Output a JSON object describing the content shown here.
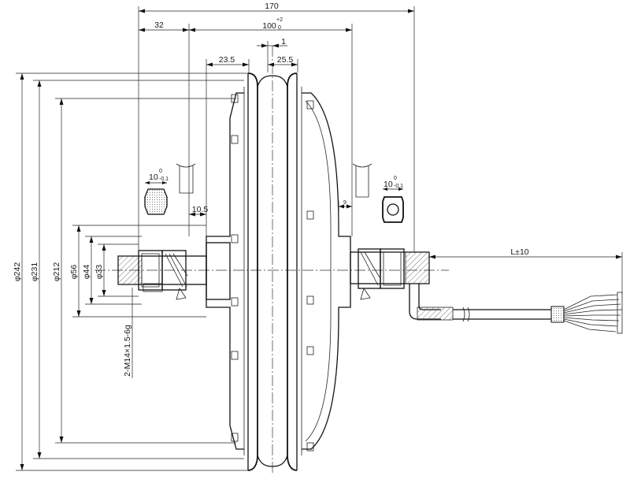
{
  "drawing": {
    "dimensions": {
      "overall_width": "170",
      "left_offset": "32",
      "axle_width": "100",
      "axle_tolerance_upper": "+2",
      "axle_tolerance_lower": "0",
      "rim_offset": "1",
      "left_hub_width": "23.5",
      "right_hub_width": "25.5",
      "flat_left": "10",
      "flat_left_upper": "0",
      "flat_left_lower": "-0.1",
      "flat_right": "10",
      "flat_right_upper": "0",
      "flat_right_lower": "-0.1",
      "spacer": "10.5",
      "right_spacer": "9",
      "cable_length": "L±10",
      "dia_242": "φ242",
      "dia_231": "φ231",
      "dia_212": "φ212",
      "dia_56": "φ56",
      "dia_44": "φ44",
      "dia_33": "φ33",
      "thread": "2-M14×1.5-6g"
    }
  }
}
